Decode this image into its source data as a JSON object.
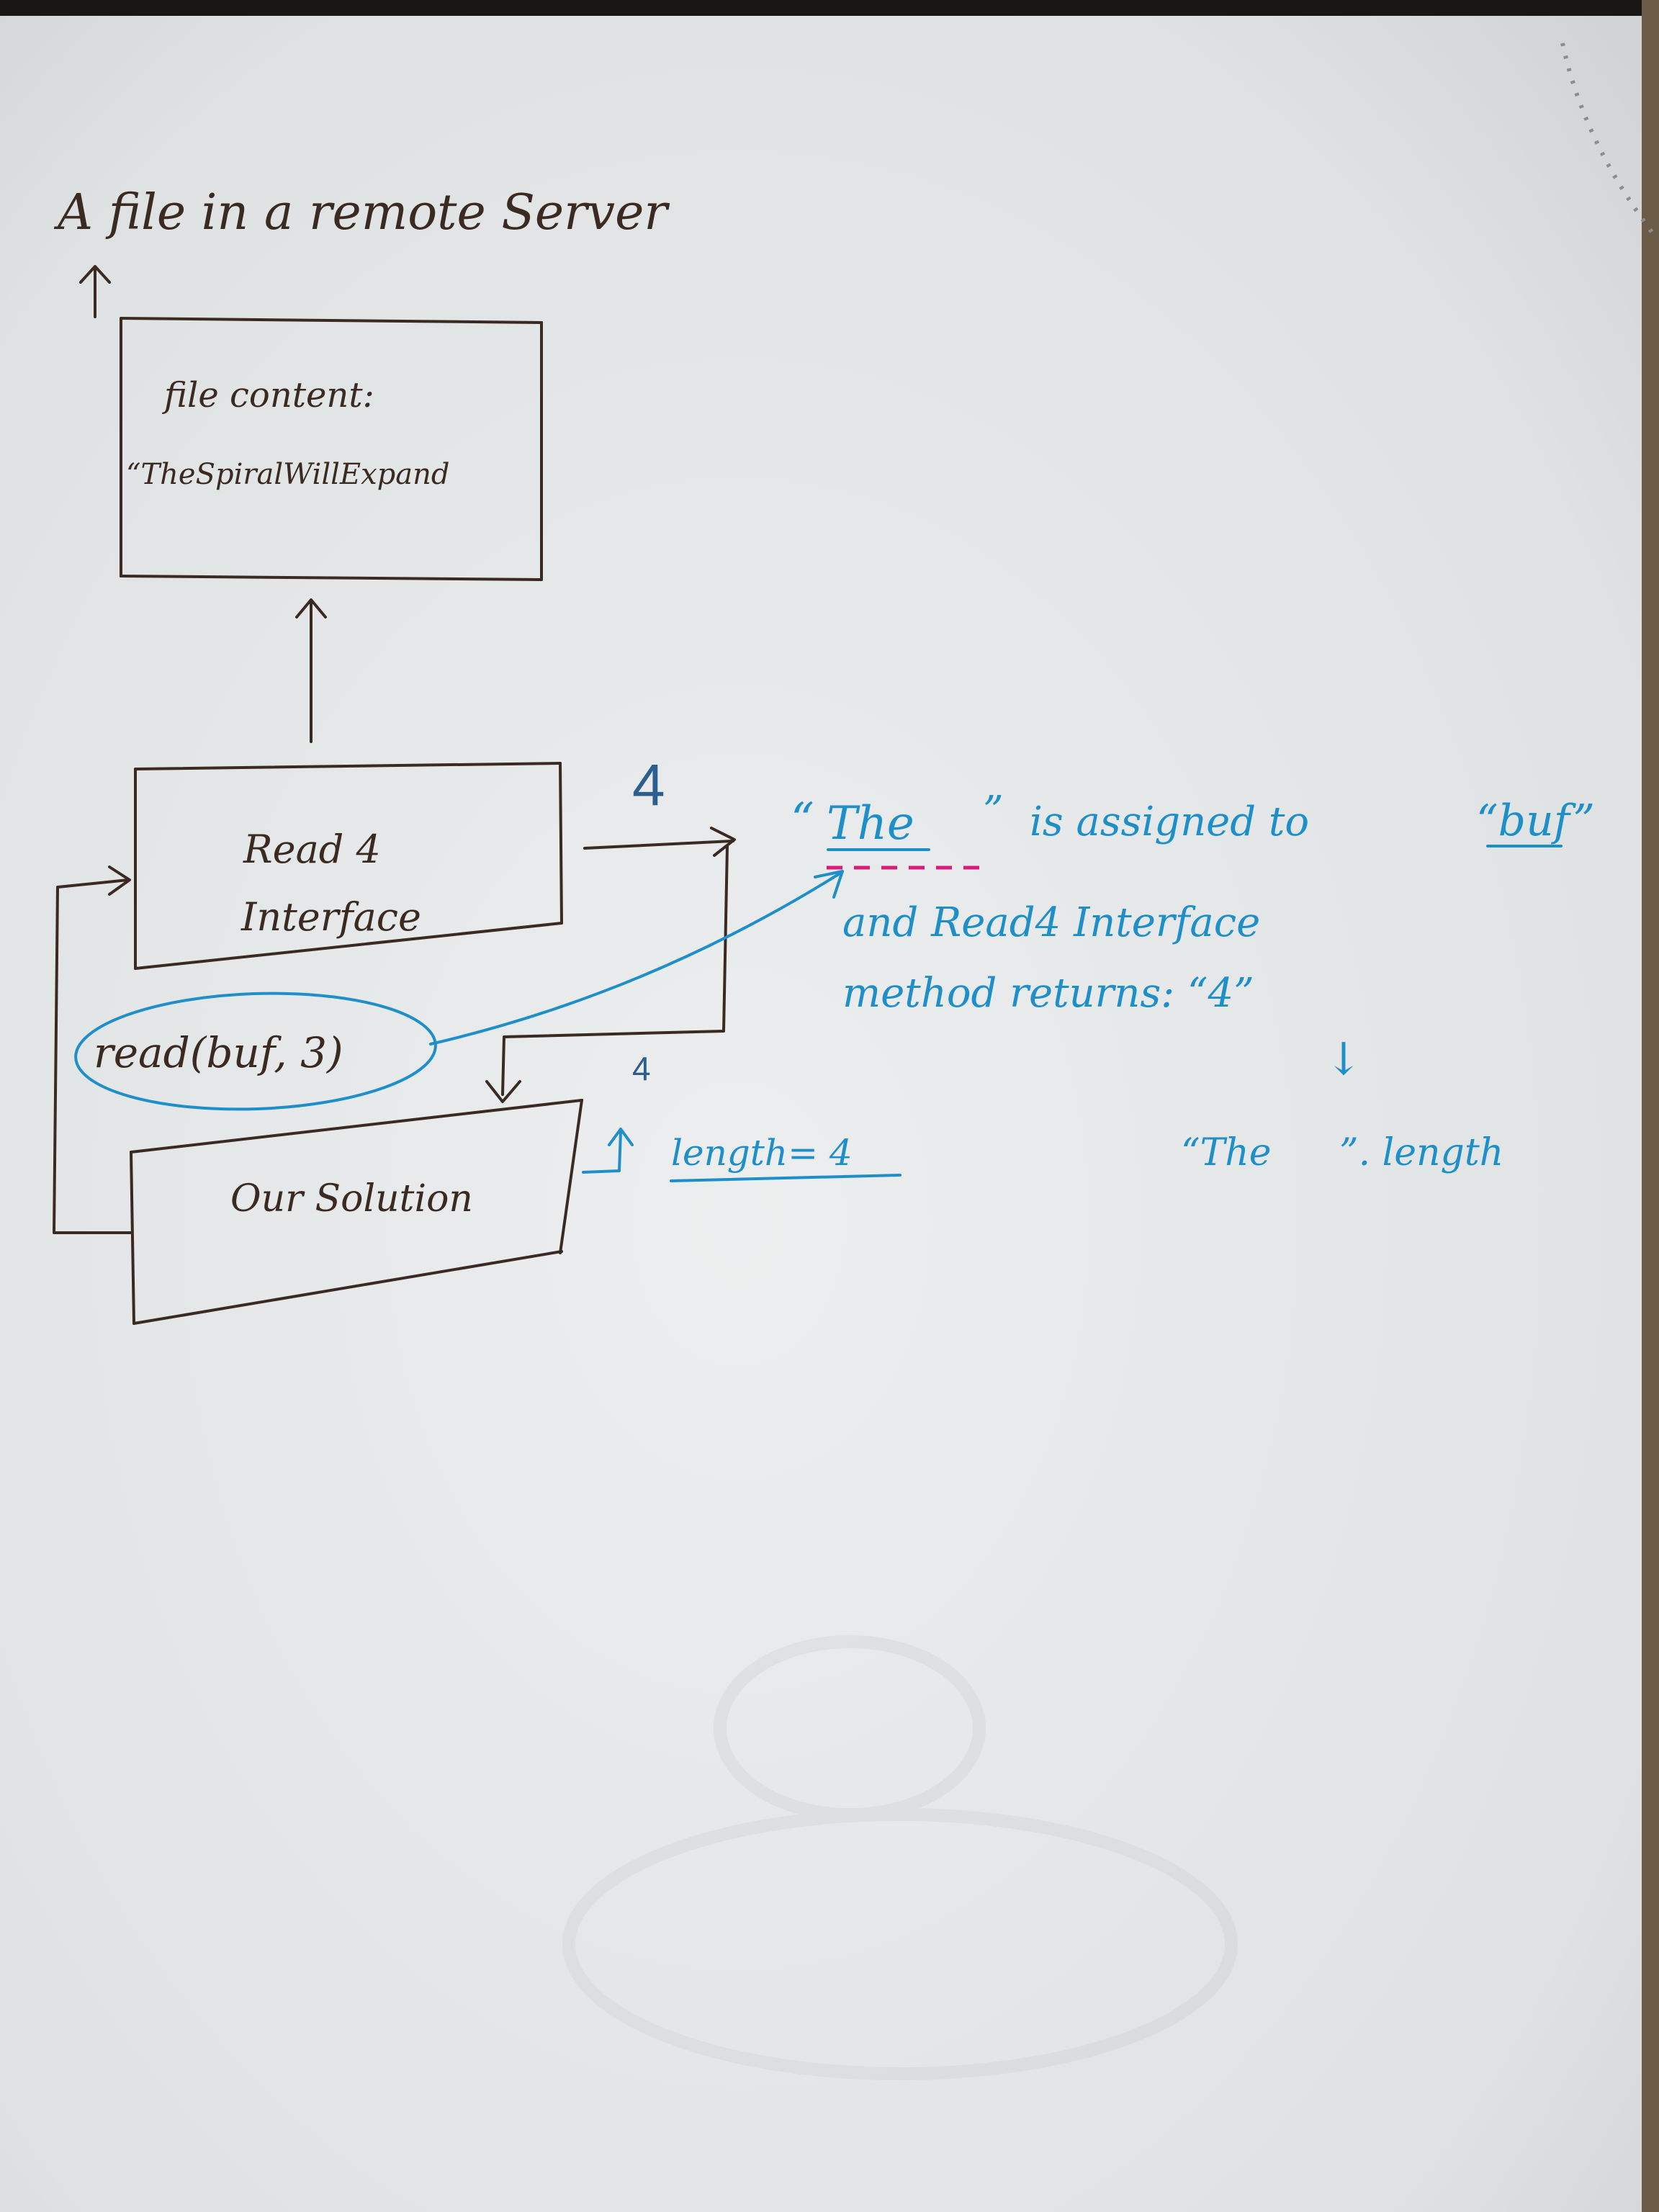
{
  "title": "A file in a remote Server",
  "file_box": {
    "line1": "file content:",
    "line2": "“TheSpiralWillExpand"
  },
  "read4_box": {
    "line1": "Read 4",
    "line2": "Interface"
  },
  "solution_box": {
    "label": "Our Solution"
  },
  "read_call": {
    "label": "read(buf, 3)"
  },
  "arrow_labels": {
    "read4_out": "4",
    "to_solution": "4",
    "length": "length= 4"
  },
  "explanation": {
    "line1_quote_open": "“",
    "line1_the": "The",
    "line1_quote_close": "”",
    "line1_rest": "is assigned to",
    "line1_buf": "“buf”",
    "line2": "and   Read4 Interface",
    "line3": "method  returns: “4”",
    "down_arrow": "↓",
    "line4_the": "“The",
    "line4_rest": "”. length"
  },
  "colors": {
    "paper": "#e4e7e8",
    "dark_ink": "#3a2a22",
    "blue_ink": "#1f8fc9",
    "pink_ink": "#d81b7a"
  }
}
